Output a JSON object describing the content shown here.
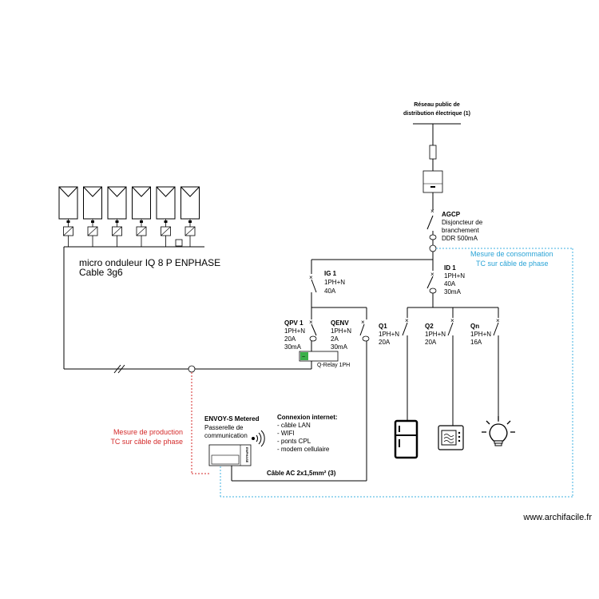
{
  "grid": {
    "title_line1": "Réseau public de",
    "title_line2": "distribution électrique (1)"
  },
  "agcp": {
    "name": "AGCP",
    "line1": "Disjoncteur de",
    "line2": "branchement",
    "line3": "DDR 500mA"
  },
  "consumption": {
    "line1": "Mesure de consommation",
    "line2": "TC sur câble de phase",
    "color": "#29a3d6"
  },
  "ig1": {
    "name": "IG 1",
    "spec": "1PH+N",
    "rating": "40A"
  },
  "id1": {
    "name": "ID 1",
    "spec": "1PH+N",
    "rating": "40A",
    "sensitivity": "30mA"
  },
  "qpv1": {
    "name": "QPV 1",
    "spec": "1PH+N",
    "rating": "20A",
    "sensitivity": "30mA"
  },
  "qenv": {
    "name": "QENV",
    "spec": "1PH+N",
    "rating": "2A",
    "sensitivity": "30mA"
  },
  "q1": {
    "name": "Q1",
    "spec": "1PH+N",
    "rating": "20A"
  },
  "q2": {
    "name": "Q2",
    "spec": "1PH+N",
    "rating": "20A"
  },
  "qn": {
    "name": "Qn",
    "spec": "1PH+N",
    "rating": "16A"
  },
  "relay": {
    "label": "Q-Relay 1PH"
  },
  "microinverter": {
    "line1": "micro onduleur IQ 8 P ENPHASE",
    "line2": "Cable 3g6"
  },
  "production": {
    "line1": "Mesure de production",
    "line2": "TC sur câble de phase",
    "color": "#d42a2a"
  },
  "envoy": {
    "name": "ENVOY-S Metered",
    "line1": "Passerelle de",
    "line2": "communication",
    "tag": "ENPHASE"
  },
  "internet": {
    "title": "Connexion internet:",
    "items": [
      "- câble LAN",
      "- WIFI",
      "- ponts CPL",
      "- modem cellulaire"
    ]
  },
  "cable": {
    "label": "Câble AC 2x1,5mm² (3)"
  },
  "watermark": {
    "text": "www.archifacile.fr"
  },
  "panels_count": 6,
  "appliances": [
    "fridge-icon",
    "microwave-icon",
    "light-bulb-icon"
  ]
}
